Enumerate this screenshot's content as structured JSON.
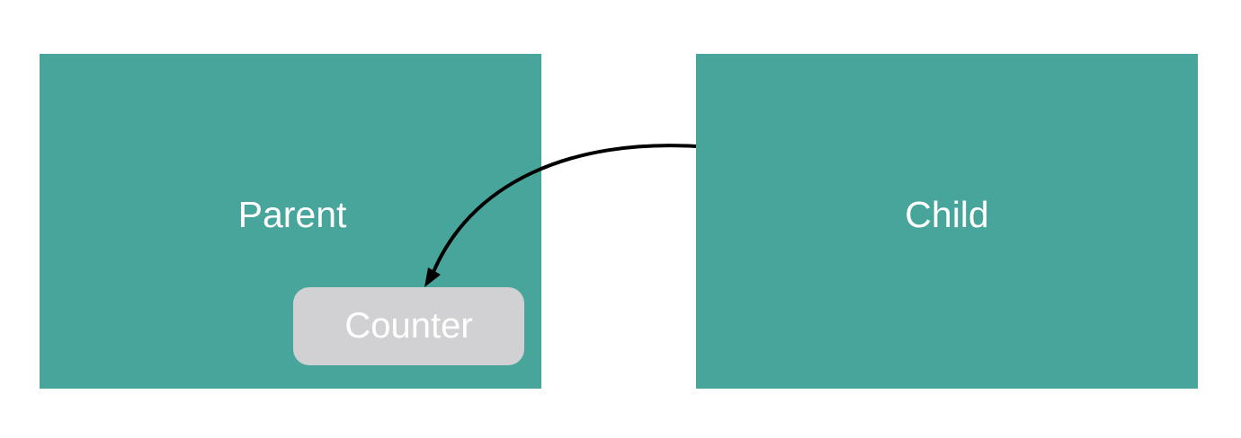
{
  "nodes": {
    "parent": {
      "label": "Parent"
    },
    "child": {
      "label": "Child"
    },
    "counter": {
      "label": "Counter"
    }
  },
  "edges": [
    {
      "from": "child",
      "to": "counter"
    }
  ],
  "colors": {
    "box_fill": "#48a59c",
    "counter_fill": "#d1d1d3",
    "label_text": "#ffffff",
    "arrow": "#000000"
  }
}
